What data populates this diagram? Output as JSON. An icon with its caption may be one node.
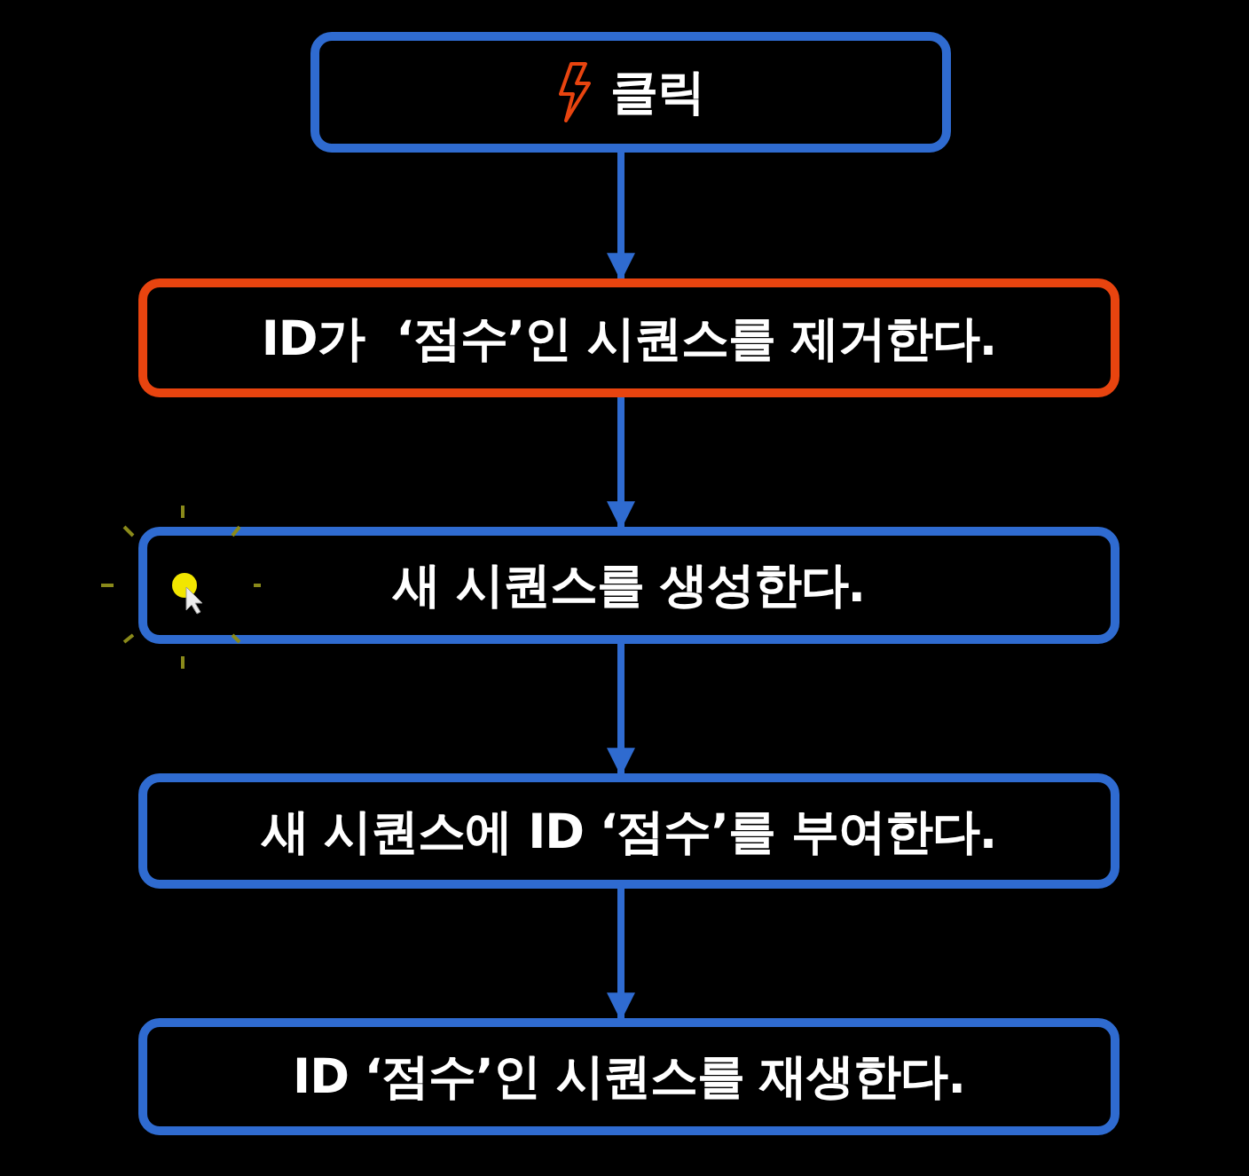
{
  "diagram": {
    "nodes": [
      {
        "text": [
          "클릭"
        ]
      },
      {
        "text": [
          "ID가  ‘점수’인 시퀀스를 제거한다."
        ]
      },
      {
        "text": [
          "새 시퀀스를 생성한다."
        ]
      },
      {
        "text": [
          "새 시퀀스에 ID ‘점수’를 부여한다."
        ]
      },
      {
        "text": [
          "ID ‘점수’인 시퀀스를 재생한다."
        ]
      }
    ],
    "edges": [
      {
        "from": 0,
        "to": 1,
        "arrow": "to"
      },
      {
        "from": 1,
        "to": 2,
        "arrow": "to"
      },
      {
        "from": 2,
        "to": 3,
        "arrow": "to"
      },
      {
        "from": 3,
        "to": 4,
        "arrow": "to"
      }
    ]
  }
}
